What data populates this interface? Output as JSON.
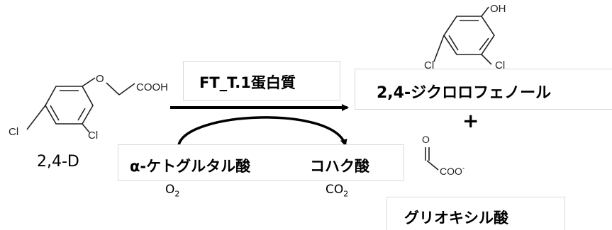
{
  "reactant": {
    "name": "2,4-D",
    "atoms": {
      "o": "O",
      "cooh": "COOH",
      "cl_left": "Cl",
      "cl_right": "Cl"
    }
  },
  "enzyme": {
    "label": "FT_T.1蛋白質"
  },
  "cosubstrate": {
    "label": "α-ケトグルタル酸"
  },
  "coproduct": {
    "label": "コハク酸"
  },
  "gas_in": {
    "base": "O",
    "sub": "2"
  },
  "gas_out": {
    "base": "CO",
    "sub": "2"
  },
  "product1": {
    "label": "2,4-ジクロロフェノール",
    "atoms": {
      "oh": "OH",
      "cl_left": "Cl",
      "cl_right": "Cl"
    }
  },
  "plus": "+",
  "product2": {
    "label": "グリオキシル酸",
    "atoms": {
      "o": "O",
      "coo": "COO",
      "charge": "-"
    }
  }
}
